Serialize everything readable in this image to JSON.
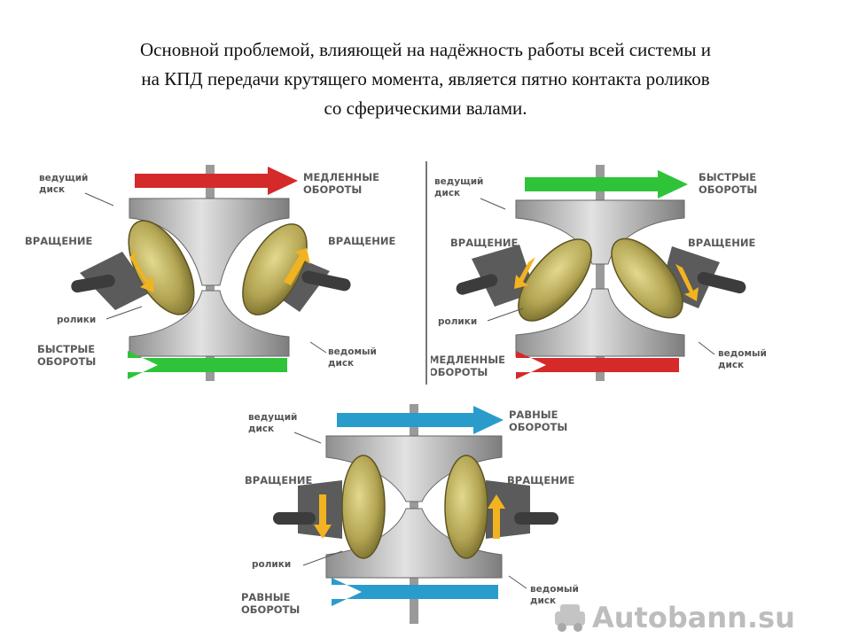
{
  "heading": {
    "line1": "Основной проблемой, влияющей на надёжность работы всей системы и",
    "line2": "на КПД передачи крутящего момента, является пятно контакта роликов",
    "line3": "со сферическими валами."
  },
  "colors": {
    "red_arrow": "#d42a2a",
    "green_arrow": "#2fc33a",
    "blue_arrow": "#2a9ccc",
    "roller": "#b9ad5e",
    "disc": "#b8b8b8",
    "yellow_arrow": "#f2b320"
  },
  "panels": [
    {
      "id": "slow",
      "top_label": [
        "ведущий",
        "диск"
      ],
      "top_arrow_label": [
        "МЕДЛЕННЫЕ",
        "ОБОРОТЫ"
      ],
      "left_rotation": "ВРАЩЕНИЕ",
      "right_rotation": "ВРАЩЕНИЕ",
      "rollers_label": "ролики",
      "bottom_arrow_label": [
        "БЫСТРЫЕ",
        "ОБОРОТЫ"
      ],
      "bottom_label": [
        "ведомый",
        "диск"
      ]
    },
    {
      "id": "fast",
      "top_label": [
        "ведущий",
        "диск"
      ],
      "top_arrow_label": [
        "БЫСТРЫЕ",
        "ОБОРОТЫ"
      ],
      "left_rotation": "ВРАЩЕНИЕ",
      "right_rotation": "ВРАЩЕНИЕ",
      "rollers_label": "ролики",
      "bottom_arrow_label": [
        "МЕДЛЕННЫЕ",
        "ОБОРОТЫ"
      ],
      "bottom_label": [
        "ведомый",
        "диск"
      ]
    },
    {
      "id": "equal",
      "top_label": [
        "ведущий",
        "диск"
      ],
      "top_arrow_label": [
        "РАВНЫЕ",
        "ОБОРОТЫ"
      ],
      "left_rotation": "ВРАЩЕНИЕ",
      "right_rotation": "ВРАЩЕНИЕ",
      "rollers_label": "ролики",
      "bottom_arrow_label": [
        "РАВНЫЕ",
        "ОБОРОТЫ"
      ],
      "bottom_label": [
        "ведомый",
        "диск"
      ]
    }
  ],
  "watermark": {
    "text": "Autobann.su"
  }
}
